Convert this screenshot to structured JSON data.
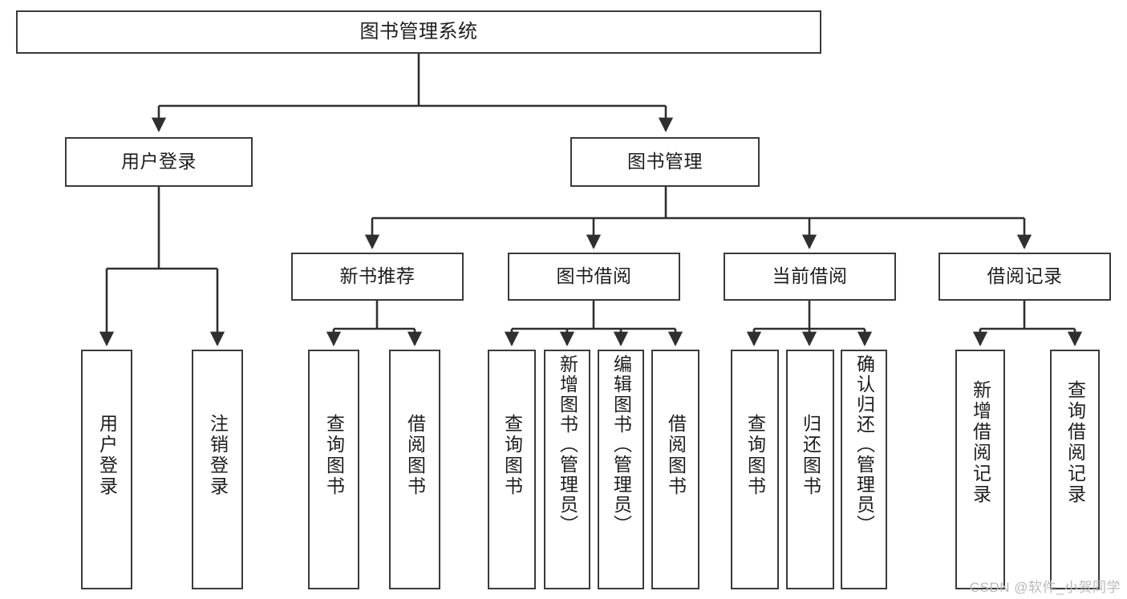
{
  "diagram": {
    "title": "图书管理系统",
    "type": "tree-hierarchy-chart",
    "watermark": "CSDN @软件_小贺同学",
    "colors": {
      "box_border": "#3a3a3a",
      "box_fill": "#ffffff",
      "edge": "#2f2f2f",
      "text": "#1d1d1d",
      "watermark": "#b9b9b9",
      "background": "#ffffff"
    },
    "nodes": {
      "root": {
        "label": "图书管理系统"
      },
      "level2": [
        {
          "id": "user-login",
          "label": "用户登录"
        },
        {
          "id": "book-manage",
          "label": "图书管理"
        }
      ],
      "level3": [
        {
          "id": "new-book-recommend",
          "label": "新书推荐"
        },
        {
          "id": "book-borrow",
          "label": "图书借阅"
        },
        {
          "id": "current-borrow",
          "label": "当前借阅"
        },
        {
          "id": "borrow-record",
          "label": "借阅记录"
        }
      ],
      "leaves": {
        "user_login": [
          {
            "id": "leaf-user-login",
            "label": "用户登录"
          },
          {
            "id": "leaf-logout-login",
            "label": "注销登录"
          }
        ],
        "new_book_recommend": [
          {
            "id": "leaf-query-book-1",
            "label": "查询图书"
          },
          {
            "id": "leaf-borrow-book-1",
            "label": "借阅图书"
          }
        ],
        "book_borrow": [
          {
            "id": "leaf-query-book-2",
            "label": "查询图书"
          },
          {
            "id": "leaf-add-book",
            "label": "新增图书（管理员）"
          },
          {
            "id": "leaf-edit-book",
            "label": "编辑图书（管理员）"
          },
          {
            "id": "leaf-borrow-book-2",
            "label": "借阅图书"
          }
        ],
        "current_borrow": [
          {
            "id": "leaf-query-book-3",
            "label": "查询图书"
          },
          {
            "id": "leaf-return-book",
            "label": "归还图书"
          },
          {
            "id": "leaf-confirm-return",
            "label": "确认归还（管理员）"
          }
        ],
        "borrow_record": [
          {
            "id": "leaf-add-record",
            "label": "新增借阅记录"
          },
          {
            "id": "leaf-query-record",
            "label": "查询借阅记录"
          }
        ]
      }
    }
  }
}
